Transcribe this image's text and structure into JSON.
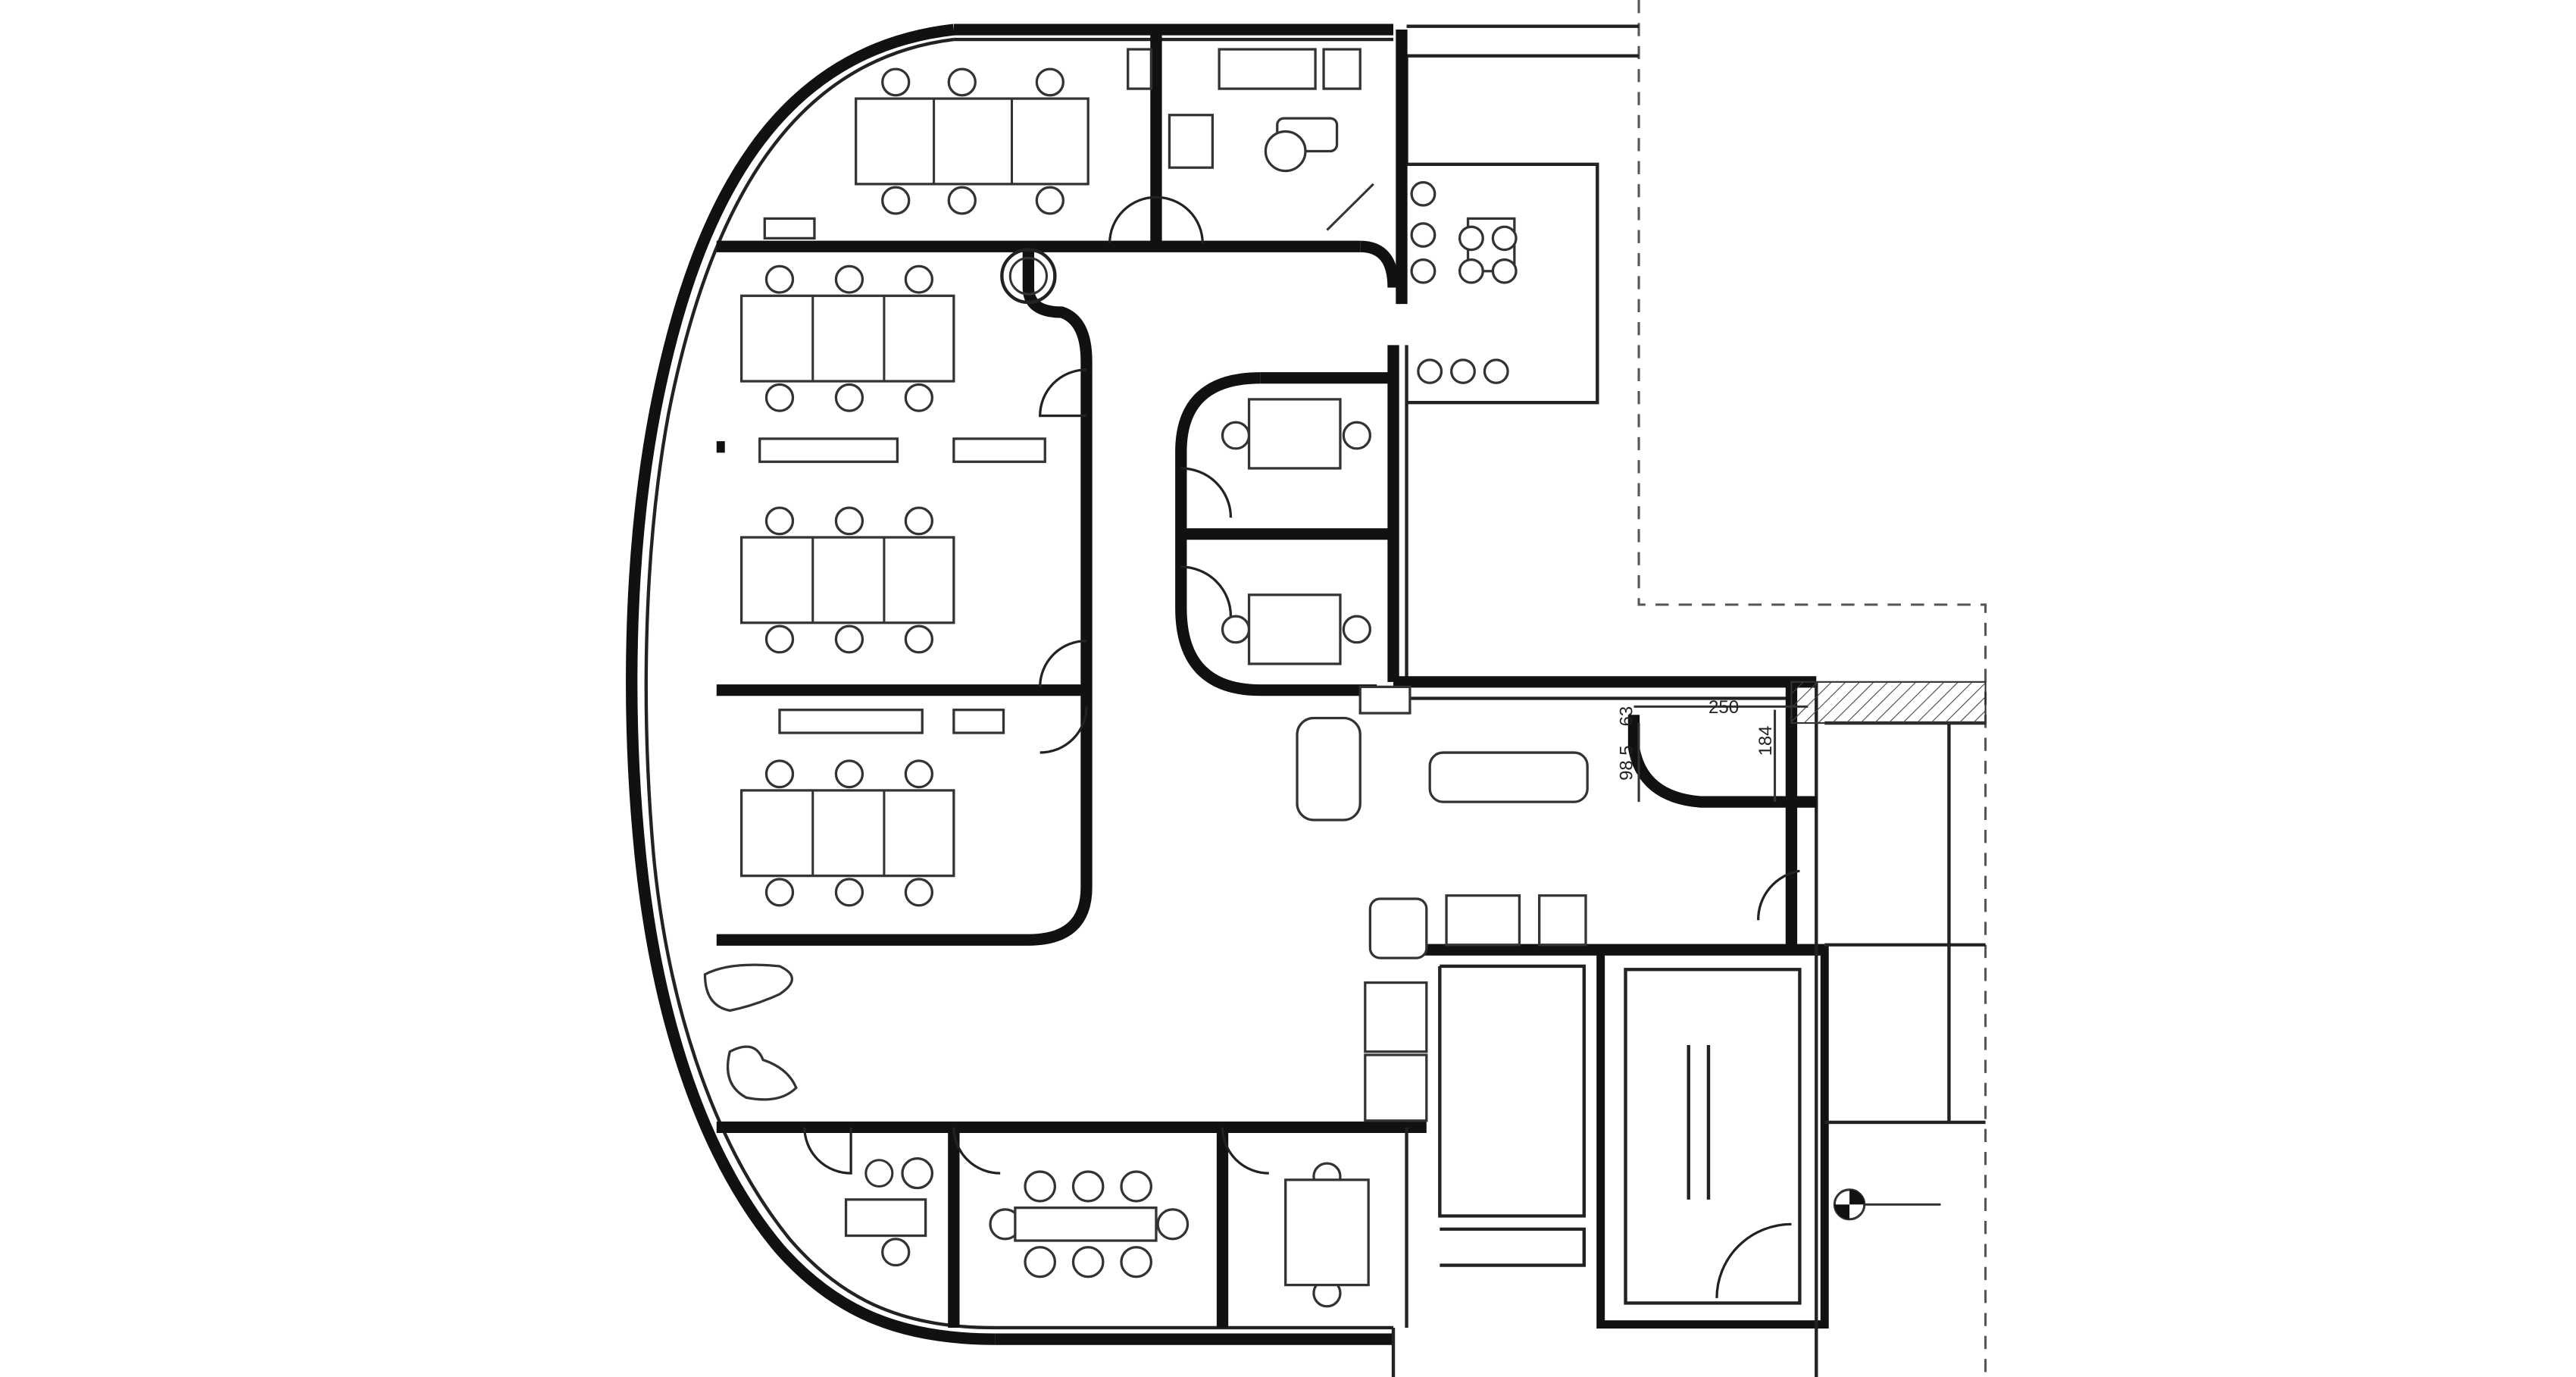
{
  "dimensions": {
    "d250": "250",
    "d63": "63",
    "d184": "184",
    "d985": "98.5"
  }
}
